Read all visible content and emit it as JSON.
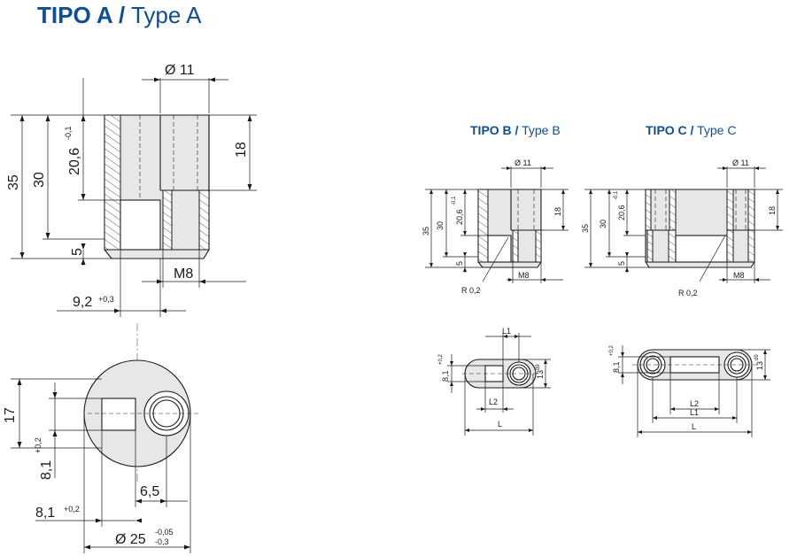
{
  "titles": {
    "a": {
      "bold": "TIPO A /",
      "light": "Type A"
    },
    "b": {
      "bold": "TIPO B /",
      "light": "Type B"
    },
    "c": {
      "bold": "TIPO C /",
      "light": "Type C"
    }
  },
  "type_a": {
    "dia_11": "Ø 11",
    "h35": "35",
    "h30": "30",
    "h20_6": "20,6",
    "h20_6_tol": "-0,1",
    "h18": "18",
    "h5": "5",
    "m8": "M8",
    "w9_2": "9,2",
    "w9_2_tol": "+0,3",
    "h17": "17",
    "h8_1": "8,1",
    "h8_1_tol": "+0,2",
    "w6_5": "6,5",
    "w8_1": "8,1",
    "w8_1_tol": "+0,2",
    "dia_25": "Ø 25",
    "dia_25_tol_top": "-0,05",
    "dia_25_tol_bottom": "-0,3"
  },
  "type_b": {
    "dia_11": "Ø 11",
    "h35": "35",
    "h30": "30",
    "h20_6": "20,6",
    "h20_6_tol": "-0,1",
    "h18": "18",
    "h5": "5",
    "r02": "R 0,2",
    "m8": "M8",
    "l1": "L1",
    "l2": "L2",
    "l": "L",
    "h8_1": "8,1",
    "h8_1_tol": "+0,2",
    "h13": "13",
    "h13_tol": "d9"
  },
  "type_c": {
    "dia_11": "Ø 11",
    "h35": "35",
    "h30": "30",
    "h20_6": "20,6",
    "h20_6_tol": "-0,1",
    "h18": "18",
    "h5": "5",
    "r02": "R 0,2",
    "m8": "M8",
    "l2": "L2",
    "l1": "L1",
    "l": "L",
    "h8_1": "8,1",
    "h8_1_tol": "+0,2",
    "h13": "13",
    "h13_tol": "d9"
  }
}
